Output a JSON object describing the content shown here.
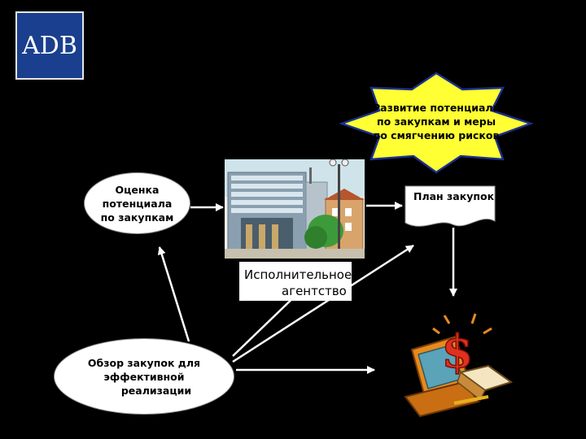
{
  "logo": {
    "text": "ADB"
  },
  "nodes": {
    "assessment": "Оценка потенциала по закупкам",
    "capacity_dev": "Развитие потенциала по закупкам и меры по смягчению рисков",
    "procurement_plan": "План закупок",
    "agency_line1": "Исполнительное",
    "agency_line2": "агентство",
    "review_line1": "Обзор закупок для",
    "review_line2": "эффективной",
    "review_line3": "реализации"
  },
  "icons": {
    "building": "office-building-icon",
    "computer": "computer-money-icon",
    "dollar": "$"
  },
  "colors": {
    "background": "#000000",
    "logo_blue": "#1a3f8e",
    "burst_yellow": "#ffff33",
    "burst_border": "#1a2f8e",
    "dollar_red": "#e0301e",
    "computer_orange": "#e88a1c"
  }
}
